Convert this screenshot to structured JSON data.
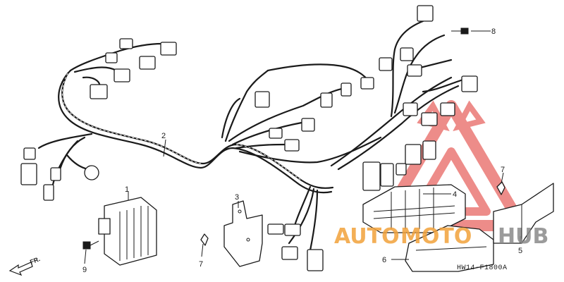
{
  "callouts": {
    "c1": "1",
    "c2": "2",
    "c3": "3",
    "c4": "4",
    "c5": "5",
    "c6": "6",
    "c7a": "7",
    "c7b": "7",
    "c8": "8",
    "c9": "9"
  },
  "direction_label": "FR.",
  "diagram_code": "HW14-F1800A",
  "watermark": {
    "text_a": "AUTO",
    "text_b": "MOTO",
    "text_c": "HUB",
    "color_red": "#e0302a",
    "color_orange": "#f2a23a",
    "color_gray": "#8a8a8a"
  }
}
